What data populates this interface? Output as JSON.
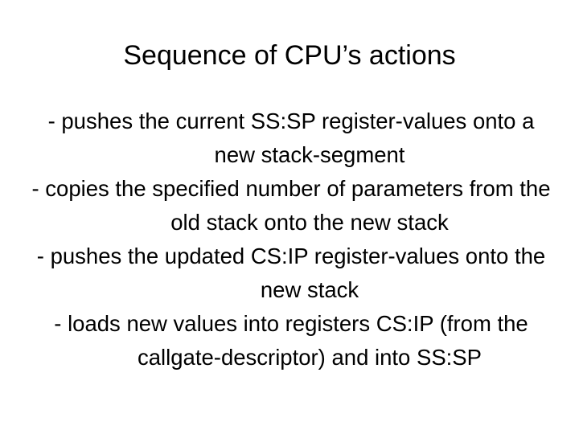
{
  "slide": {
    "title": "Sequence of CPU’s actions",
    "background_color": "#ffffff",
    "text_color": "#000000",
    "bullets": [
      {
        "marker": "-",
        "text": "- pushes the current SS:SP register-values onto a new stack-segment"
      },
      {
        "marker": "-",
        "text": "- copies the specified number of parameters from the old stack onto the new stack"
      },
      {
        "marker": "-",
        "text": "- pushes the updated CS:IP register-values onto the new stack"
      },
      {
        "marker": "-",
        "text": "- loads new values into registers CS:IP (from the callgate-descriptor) and into SS:SP"
      }
    ]
  }
}
